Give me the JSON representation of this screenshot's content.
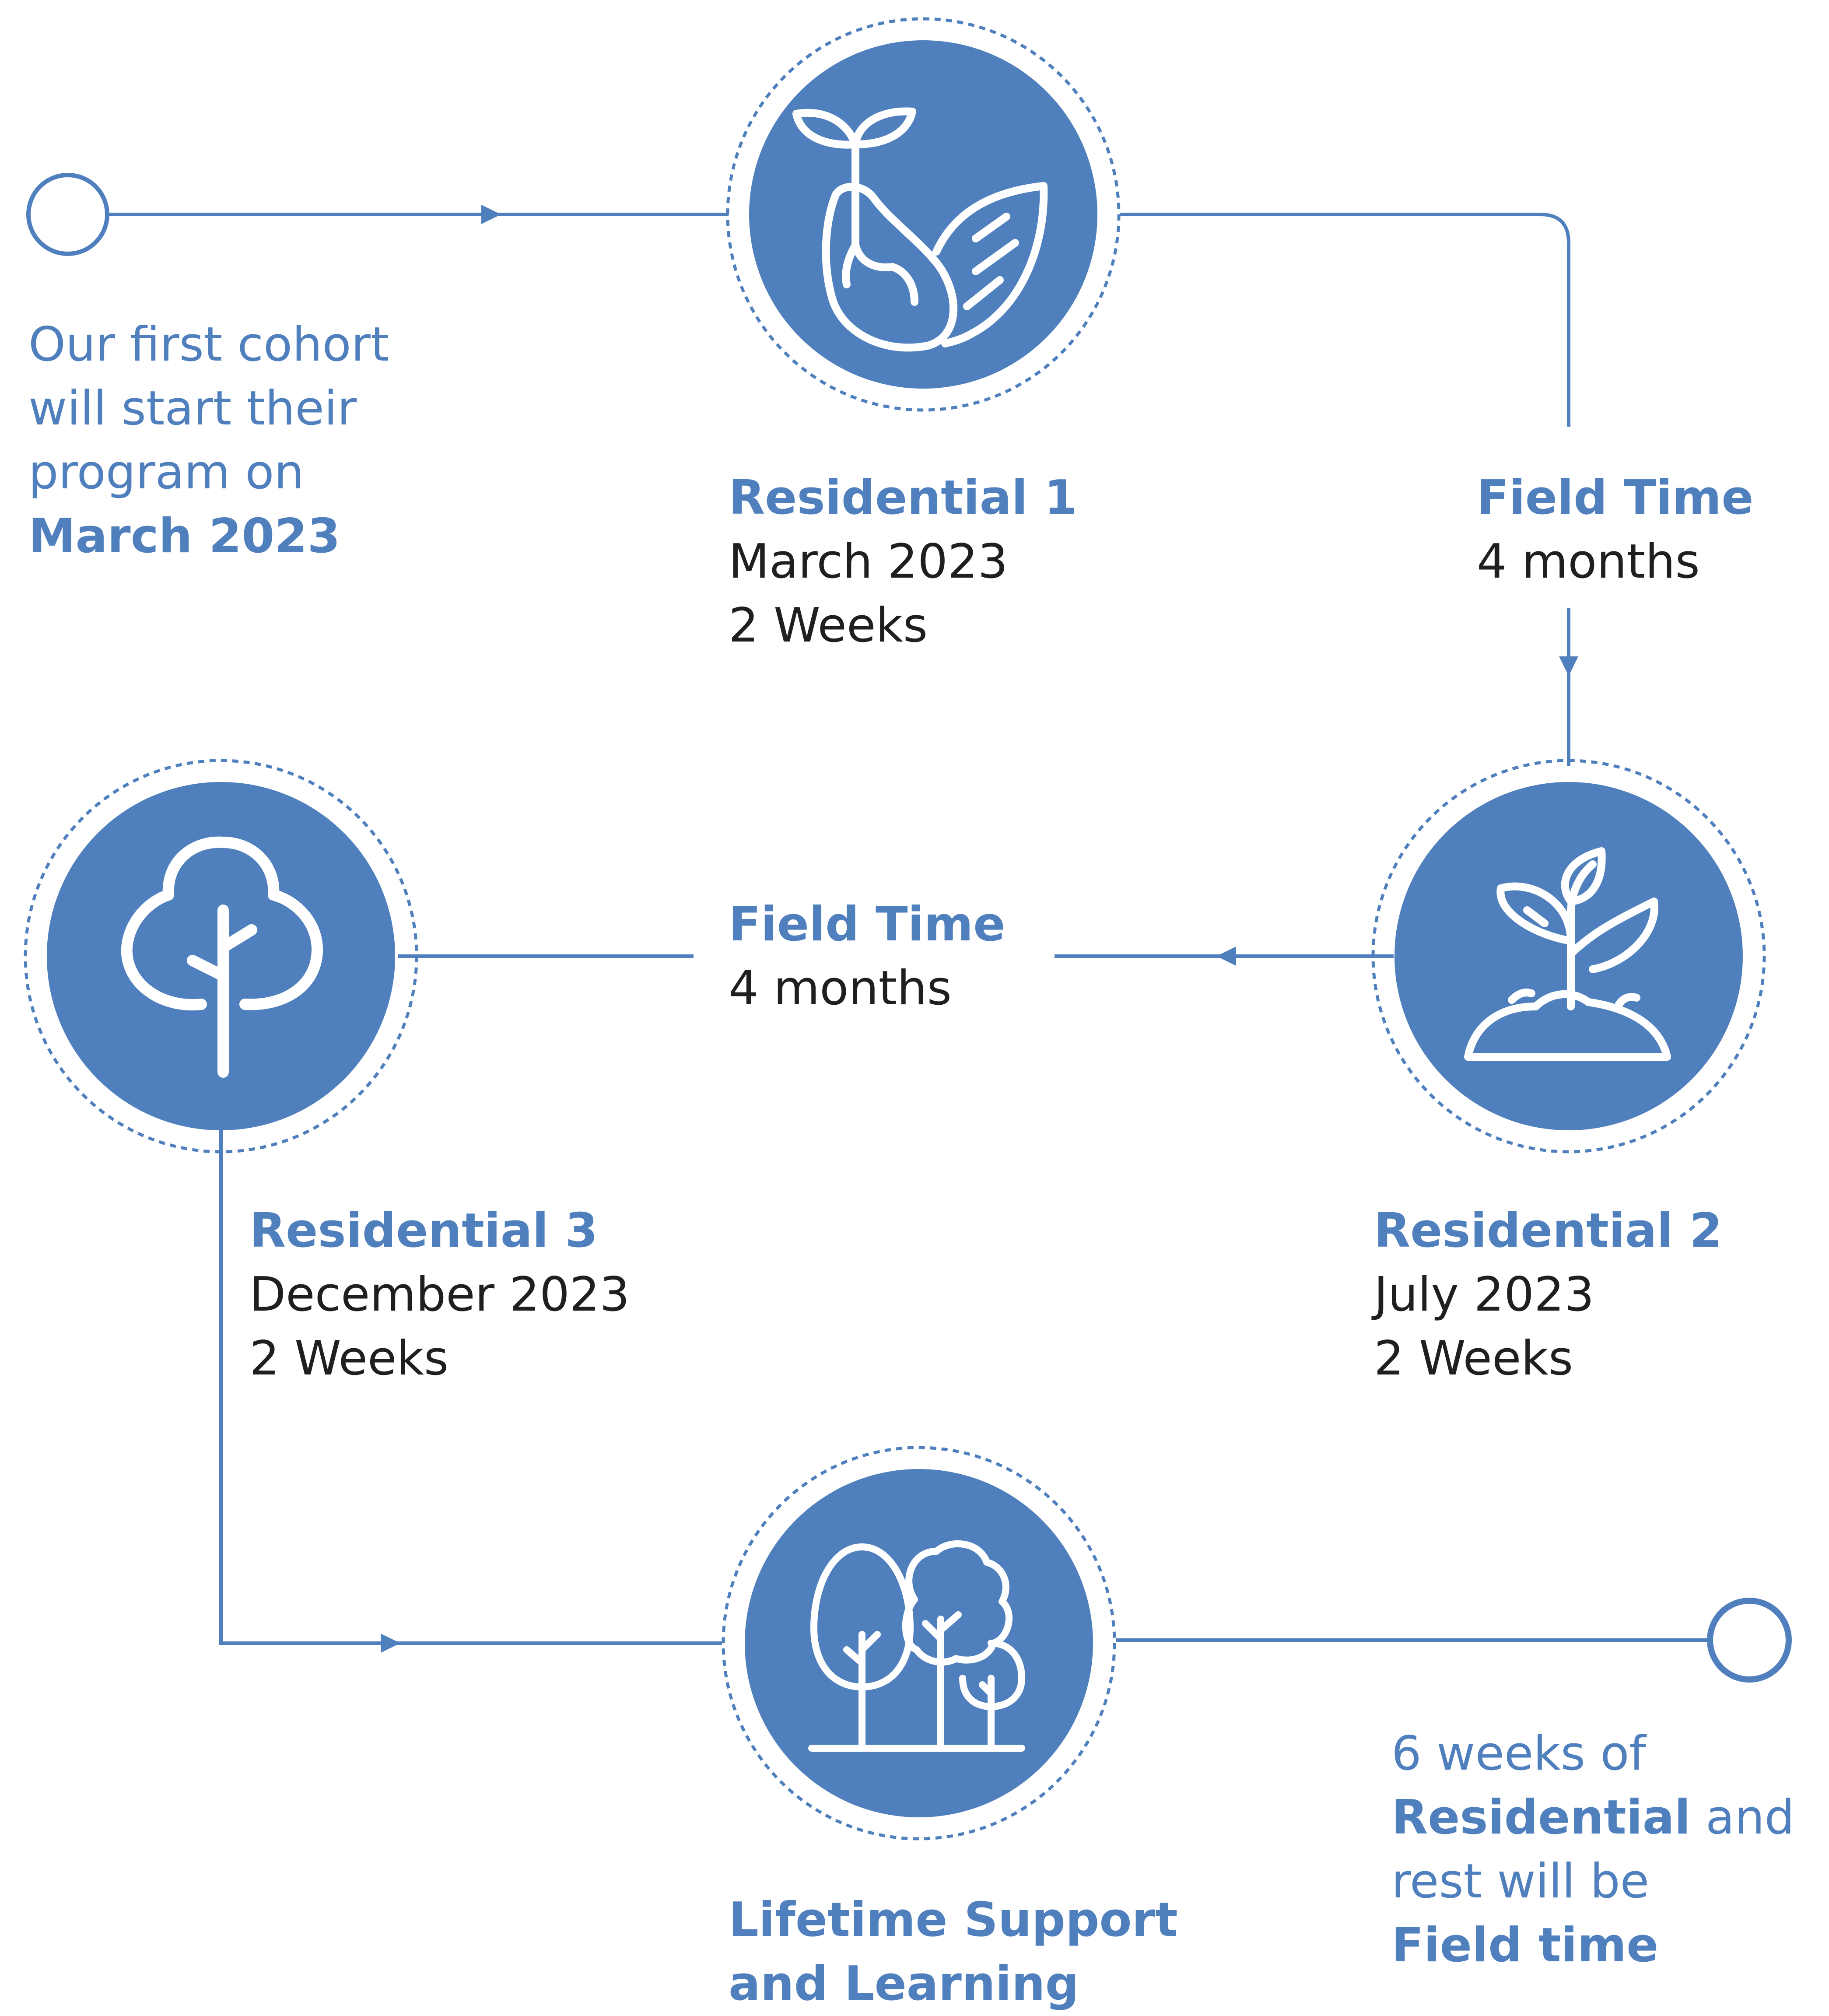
{
  "colors": {
    "primary": "#4f80bd",
    "text_dark": "#1f1f1f",
    "background": "#ffffff",
    "icon_stroke": "#ffffff"
  },
  "intro": {
    "lines": [
      "Our first cohort",
      "will start their",
      "program on"
    ],
    "highlight": "March 2023"
  },
  "stages": {
    "residential_1": {
      "title": "Residential 1",
      "date": "March 2023",
      "duration": "2 Weeks",
      "icon": "seed-sprout-icon"
    },
    "field_time_1": {
      "title": "Field Time",
      "duration": "4 months"
    },
    "residential_2": {
      "title": "Residential 2",
      "date": "July 2023",
      "duration": "2 Weeks",
      "icon": "seedling-icon"
    },
    "field_time_2": {
      "title": "Field Time",
      "duration": "4 months"
    },
    "residential_3": {
      "title": "Residential 3",
      "date": "December 2023",
      "duration": "2 Weeks",
      "icon": "tree-icon"
    },
    "lifetime": {
      "title_lines": [
        "Lifetime Support",
        "and Learning"
      ],
      "icon": "forest-icon"
    }
  },
  "summary": {
    "line1": "6 weeks of",
    "residential_word": "Residential",
    "and_word": " and",
    "line3": "rest will be",
    "field_word": "Field time"
  }
}
